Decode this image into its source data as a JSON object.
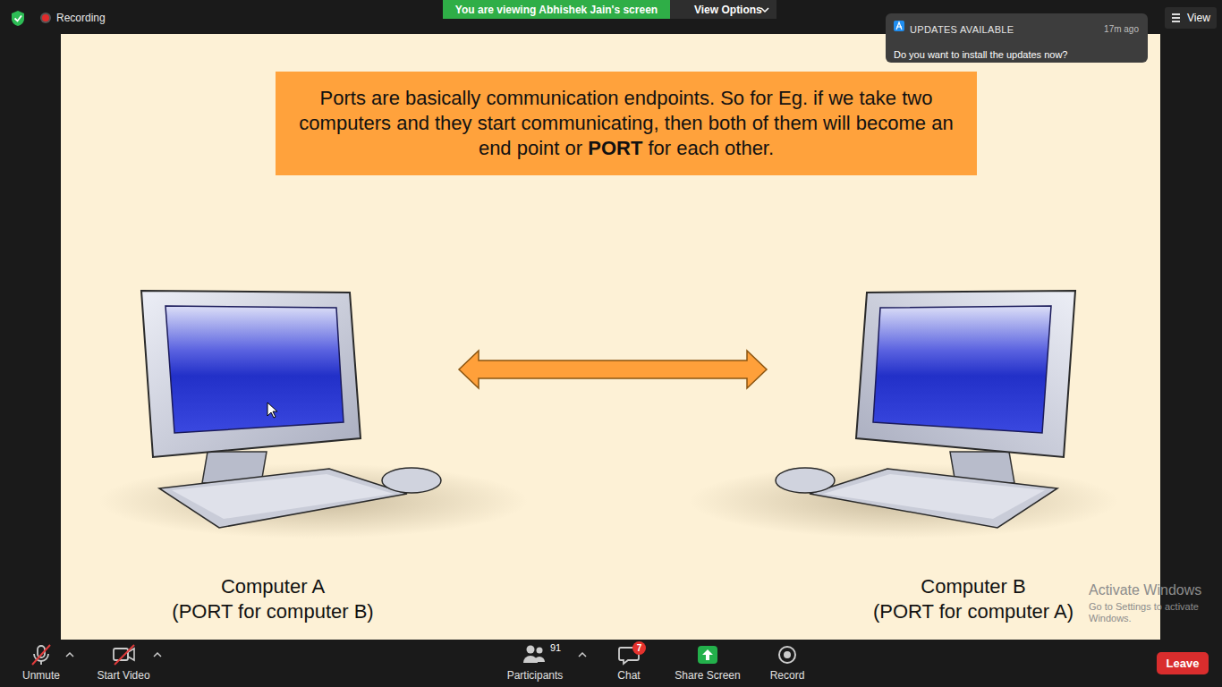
{
  "diagram": {
    "nodes": [
      {
        "text": [
          "You are viewing Abhishek Jain's screen"
        ]
      },
      {
        "text": [
          "View Options"
        ]
      },
      {
        "text": [
          "UPDATES AVAILABLE",
          "17m ago",
          "Do you want to install the updates now?"
        ]
      },
      {
        "text": [
          "View"
        ]
      },
      {
        "text": [
          "Ports are basically communication endpoints. So for Eg. if we take two computers and they start communicating, then both of them will become an end point or PORT for each other."
        ]
      },
      {
        "text": [
          "Computer A",
          "(PORT for computer B)"
        ]
      },
      {
        "text": [
          "Computer B",
          "(PORT for computer A)"
        ]
      },
      {
        "text": [
          "7"
        ]
      },
      {
        "text": [
          "Leave"
        ]
      }
    ],
    "edges": [
      {
        "from": 5,
        "to": 6,
        "arrow": "both"
      }
    ],
    "labels": [
      "Recording",
      "Activate Windows",
      "Go to Settings to activate Windows.",
      "Unmute",
      "Start Video",
      "91",
      "Participants",
      "Chat",
      "Share Screen",
      "Record"
    ]
  }
}
